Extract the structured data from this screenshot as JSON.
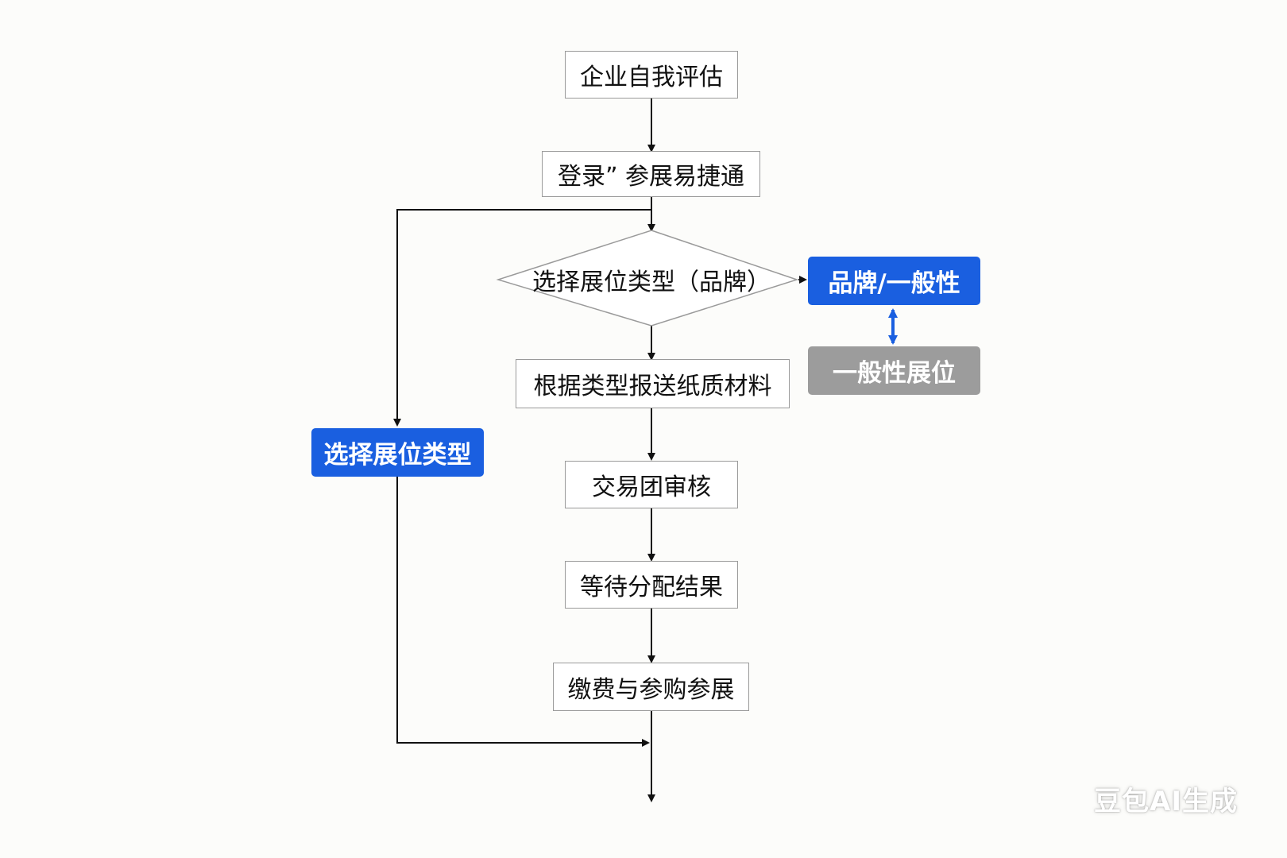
{
  "diagram": {
    "nodes": {
      "self_assessment": "企业自我评估",
      "login": "登录” 参展易捷通",
      "decision": "选择展位类型（品牌）",
      "brand_general": "品牌/一般性",
      "general_booth": "一般性展位",
      "submit_materials": "根据类型报送纸质材料",
      "review": "交易团审核",
      "wait_result": "等待分配结果",
      "pay": "缴费与参购参展",
      "select_type": "选择展位类型"
    },
    "colors": {
      "accent_blue": "#1a5fe0",
      "gray_box": "#9c9c9c",
      "line": "#111111",
      "box_border": "#9a9a9a"
    }
  },
  "watermark": "豆包AI生成"
}
